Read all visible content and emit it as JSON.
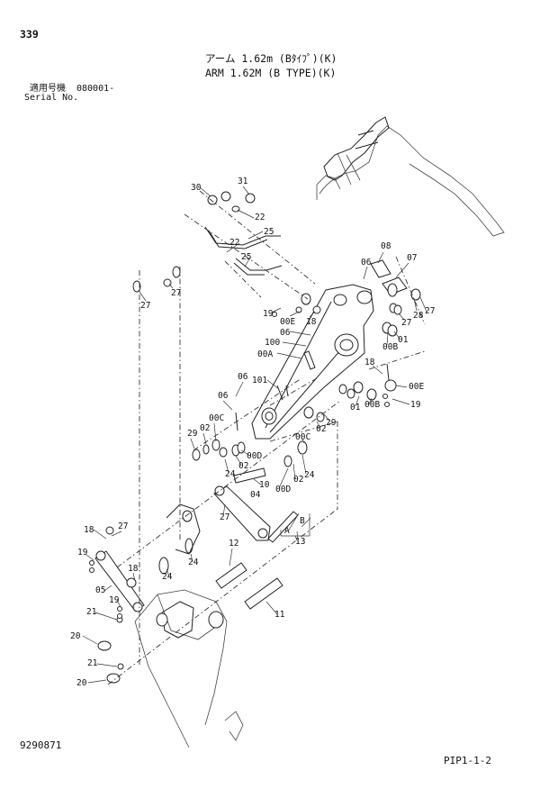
{
  "page": {
    "number": "339",
    "title_jp": "アーム 1.62m (Bﾀｲﾌﾟ)(K)",
    "title_en": "ARM 1.62M (B TYPE)(K)",
    "serial_jp": "適用号機",
    "serial_value": "080001-",
    "serial_en": "Serial No.",
    "drawing_number": "9290871",
    "page_code": "PIP1-1-2"
  },
  "callouts": [
    "30",
    "31",
    "22",
    "25",
    "22",
    "25",
    "27",
    "27",
    "08",
    "06",
    "07",
    "19",
    "00E",
    "18",
    "28",
    "27",
    "27",
    "00B",
    "01",
    "06",
    "100",
    "00A",
    "06",
    "101",
    "18",
    "00E",
    "19",
    "06",
    "00C",
    "02",
    "29",
    "01",
    "00B",
    "29",
    "02",
    "00C",
    "00D",
    "02",
    "24",
    "24",
    "10",
    "04",
    "00D",
    "02",
    "27",
    "A",
    "B",
    "13",
    "18",
    "27",
    "19",
    "05",
    "24",
    "24",
    "18",
    "12",
    "19",
    "21",
    "20",
    "21",
    "20",
    "11"
  ]
}
